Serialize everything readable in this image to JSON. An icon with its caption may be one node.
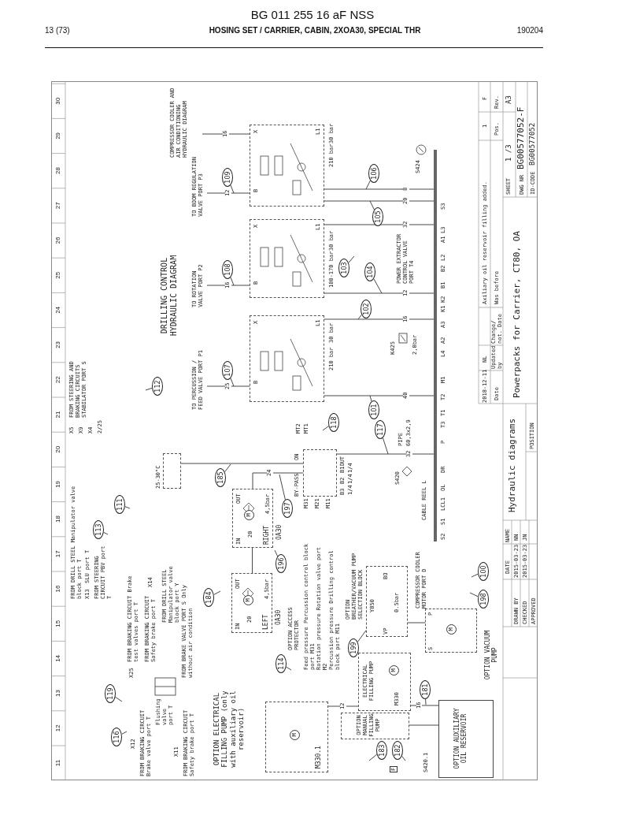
{
  "diagram": {
    "title": "BG 011 255 16 aF NSS",
    "nodes": [
      {
        "text": [
          "B",
          "L1",
          "X"
        ],
        "beside": [
          "210 bar",
          "30 bar"
        ]
      },
      {
        "text": [
          "B",
          "L1",
          "X"
        ],
        "beside": [
          "100-170 bar",
          "30 bar"
        ]
      },
      {
        "text": [
          "B",
          "L1",
          "X"
        ],
        "beside": [
          "210 bar",
          "30 bar"
        ]
      },
      {
        "text": [],
        "shape": "bar"
      },
      {
        "text": [
          "IN",
          "OUT",
          "20",
          "4,5bar",
          "RIGHT",
          "M"
        ],
        "beside": [
          "OA30"
        ]
      },
      {
        "text": [
          "IN",
          "OUT",
          "20",
          "4,5bar",
          "LEFT",
          "M"
        ],
        "beside": [
          "OA30"
        ]
      },
      {
        "text": [],
        "shape": "box",
        "beside": [
          "BY-PASS"
        ]
      },
      {
        "text": [],
        "shape": "box",
        "beside": [
          "25-30°C"
        ]
      },
      {
        "text": [
          "Y850",
          "0.5bar",
          "VP",
          "BO"
        ],
        "beside": [
          "OPTION BREATHER/VACUUM PUMP SELECTION BLOCK"
        ]
      },
      {
        "text": [
          "S",
          "P",
          "M"
        ],
        "beside": [
          "OPTION VACUUM PUMP"
        ]
      },
      {
        "text": [
          "ELECTRICAL FILLING PUMP",
          "M330",
          "M"
        ]
      },
      {
        "text": [
          "OPTION MANUAL FILLING PUMP"
        ]
      },
      {
        "text": [
          "OPTION AUXILIARY OIL RESERVOIR"
        ]
      },
      {
        "text": [
          "M330.1",
          "M"
        ]
      },
      {
        "text": [
          "100"
        ]
      },
      {
        "text": [
          "101"
        ]
      },
      {
        "text": [
          "102"
        ]
      },
      {
        "text": [
          "103"
        ]
      },
      {
        "text": [
          "104"
        ]
      },
      {
        "text": [
          "105"
        ]
      },
      {
        "text": [
          "106"
        ]
      },
      {
        "text": [
          "107"
        ]
      },
      {
        "text": [
          "108"
        ]
      },
      {
        "text": [
          "109"
        ]
      },
      {
        "text": [
          "111"
        ]
      },
      {
        "text": [
          "112"
        ]
      },
      {
        "text": [
          "113"
        ]
      },
      {
        "text": [
          "114"
        ]
      },
      {
        "text": [
          "116"
        ]
      },
      {
        "text": [
          "117"
        ]
      },
      {
        "text": [
          "118"
        ]
      },
      {
        "text": [
          "119"
        ]
      },
      {
        "text": [
          "181"
        ]
      },
      {
        "text": [
          "182"
        ]
      },
      {
        "text": [
          "183"
        ]
      },
      {
        "text": [
          "184"
        ]
      },
      {
        "text": [
          "185"
        ]
      },
      {
        "text": [
          "196"
        ]
      },
      {
        "text": [
          "197"
        ]
      },
      {
        "text": [
          "198"
        ]
      },
      {
        "text": [
          "199"
        ]
      },
      {
        "text": [
          "TO PERCUSSION / FEED VALVE PORT P1"
        ]
      },
      {
        "text": [
          "TO ROTATION VALVE PORT P2"
        ]
      },
      {
        "text": [
          "TO BOOM REGULATION VALVE PORT P3"
        ]
      }
    ],
    "edges": [
      {
        "from": 0,
        "to": 41,
        "arrow": "none",
        "label": "25"
      },
      {
        "from": 1,
        "to": 42,
        "arrow": "none",
        "label": "16"
      },
      {
        "from": 2,
        "to": 43,
        "arrow": "none",
        "label": "12"
      },
      {
        "from": 2,
        "to": null,
        "arrow": "none",
        "label": "16"
      },
      {
        "from": 0,
        "to": 3,
        "arrow": "none",
        "label": "40"
      },
      {
        "from": 0,
        "to": 3,
        "arrow": "none",
        "label": "16"
      },
      {
        "from": 1,
        "to": 3,
        "arrow": "none",
        "label": "12"
      },
      {
        "from": 1,
        "to": 3,
        "arrow": "none",
        "label": "32"
      },
      {
        "from": 2,
        "to": 3,
        "arrow": "none",
        "label": "20"
      },
      {
        "from": 2,
        "to": 3,
        "arrow": "none",
        "label": "8"
      },
      {
        "from": 4,
        "to": 6,
        "arrow": "none",
        "label": "24"
      },
      {
        "from": 5,
        "to": 4,
        "arrow": "none"
      },
      {
        "from": 6,
        "to": 3,
        "arrow": "none",
        "label": "32"
      },
      {
        "from": 7,
        "to": 6,
        "arrow": "none"
      },
      {
        "from": 10,
        "to": 12,
        "arrow": "none",
        "label": "16"
      },
      {
        "from": 13,
        "to": 10,
        "arrow": "none",
        "label": "12"
      },
      {
        "from": 11,
        "to": 12,
        "arrow": "none"
      },
      {
        "from": 9,
        "to": 8,
        "arrow": "none"
      },
      {
        "from": 14,
        "to": null,
        "arrow": "none"
      },
      {
        "from": 15,
        "to": null,
        "arrow": "none"
      },
      {
        "from": 16,
        "to": null,
        "arrow": "none"
      },
      {
        "from": 17,
        "to": null,
        "arrow": "none"
      },
      {
        "from": 18,
        "to": null,
        "arrow": "none"
      },
      {
        "from": 19,
        "to": null,
        "arrow": "none"
      },
      {
        "from": 20,
        "to": null,
        "arrow": "none"
      },
      {
        "from": 21,
        "to": null,
        "arrow": "none"
      },
      {
        "from": 22,
        "to": null,
        "arrow": "none"
      },
      {
        "from": 23,
        "to": null,
        "arrow": "none"
      },
      {
        "from": 24,
        "to": null,
        "arrow": "none"
      },
      {
        "from": 25,
        "to": null,
        "arrow": "none"
      },
      {
        "from": 26,
        "to": null,
        "arrow": "none"
      },
      {
        "from": 27,
        "to": null,
        "arrow": "none"
      },
      {
        "from": 28,
        "to": null,
        "arrow": "none"
      },
      {
        "from": 29,
        "to": null,
        "arrow": "none"
      },
      {
        "from": 30,
        "to": null,
        "arrow": "none"
      },
      {
        "from": 31,
        "to": null,
        "arrow": "none"
      },
      {
        "from": 32,
        "to": null,
        "arrow": "none"
      },
      {
        "from": 33,
        "to": null,
        "arrow": "none"
      },
      {
        "from": 34,
        "to": null,
        "arrow": "none"
      },
      {
        "from": 35,
        "to": null,
        "arrow": "none"
      },
      {
        "from": 36,
        "to": null,
        "arrow": "none"
      },
      {
        "from": 37,
        "to": null,
        "arrow": "none"
      },
      {
        "from": 38,
        "to": null,
        "arrow": "none"
      },
      {
        "from": 39,
        "to": null,
        "arrow": "none"
      },
      {
        "from": 40,
        "to": 8,
        "arrow": "none"
      }
    ],
    "labels": [
      "13 (73)",
      "HOSING SET / CARRIER, CABIN, 2XOA30, SPECIAL THR",
      "190204",
      "11",
      "12",
      "13",
      "14",
      "15",
      "16",
      "17",
      "18",
      "19",
      "20",
      "21",
      "22",
      "23",
      "24",
      "25",
      "26",
      "27",
      "28",
      "29",
      "30",
      "DRILLING CONTROL HYDRAULIC DIAGRAM",
      "COMPRESSOR COOLER AND AIR CONDITIONING HYDRAULIC DIAGRAM",
      "X5",
      "FROM STEERING AND BRAKING CIRCUITS STABILATOR PORT S",
      "X9",
      "X4",
      "2/25",
      "FROM DRILL STEEL Manipulator valve block port T",
      "X13",
      "SLU port T",
      "FROM STEERING CIRCUIT PBV port T",
      "X25",
      "FROM BRAKING CIRCUIT Brake test valves port T",
      "FROM BRAKING CIRCUIT Safety brake port T",
      "X14",
      "FROM DRILL STEEL Manipulator valve block port Y",
      "FROM BRAKE VALVE PORT S Only without air condition",
      "X12",
      "FROM BRAKING CIRCUIT Brake valve port T",
      "Flushing valve port T",
      "X11",
      "FROM BRAKING CIRCUIT Safety brake port T",
      "OPTION ELECTRICAL FILLING PUMP (only with auxiliary oil reservoir)",
      "OPTION ACCESS PROTECTOR",
      "Feed pressure Percussion control block port M31",
      "Rotation pressure Rotation valve port M2",
      "Percussion pressure Drilling control block port M11",
      "M31",
      "M21",
      "M11",
      "MT2",
      "MT1",
      "B1OUT",
      "B2",
      "B3",
      "ON",
      "1/4",
      "1/4",
      "1/4",
      "S424",
      "K425",
      "2,0bar",
      "PIPE",
      "60,3x2,9",
      "S420",
      "CABLE REEL L",
      "POWER EXTRACTOR CONTROL VALVE PORT T4",
      "COMPRESSOR COOLER MOTOR PORT D",
      "S420.1",
      "F",
      "S3",
      "L3",
      "A1",
      "L2",
      "B2",
      "B1",
      "K2",
      "K1",
      "A3",
      "A2",
      "L4",
      "M1",
      "T2",
      "T1",
      "T3",
      "P",
      "DR",
      "OL",
      "LCL1",
      "S1",
      "S2",
      "1",
      "F",
      "Axiliary oil reservoir filling added.",
      "2018-12-11",
      "NL",
      "Date",
      "Updated by",
      "Change/ not. Date",
      "Was before",
      "Pos.",
      "Rev.",
      "Powerpacks for Carrier, CT80, OA",
      "SHEET",
      "1 /3",
      "A3",
      "DWG NR",
      "BG00577052-F",
      "ID-CODE",
      "BG00577052",
      "Hydraulic diagrams",
      "POSITION",
      "DATE",
      "NAME",
      "DRAWN BY",
      "2015-03-23",
      "NN",
      "CHECKED",
      "2015-03-23",
      "JN",
      "APPROVED"
    ]
  }
}
